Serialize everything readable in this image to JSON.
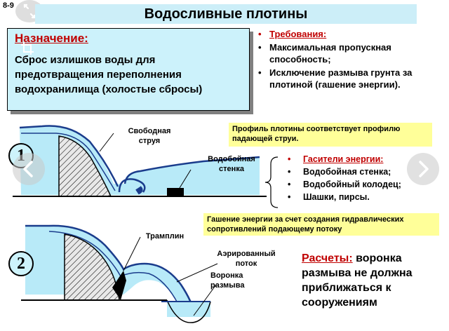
{
  "slide_number": "8-9",
  "title": "Водосливные плотины",
  "purpose": {
    "heading": "Назначение:",
    "text": "Сброс излишков воды для предотвращения переполнения водохранилища (холостые сбросы)"
  },
  "requirements": {
    "heading": "Требования:",
    "items": [
      "Максимальная пропускная способность;",
      "Исключение размыва грунта за плотиной (гашение энергии)."
    ]
  },
  "diagram1": {
    "number": "1",
    "label_free_jet": "Свободная струя",
    "label_wall": "Водобойная стенка"
  },
  "profile_note": "Профиль плотины соответствует профилю падающей струи.",
  "dampers": {
    "heading": "Гасители энергии:",
    "items": [
      "Водобойная стенка;",
      "Водобойный колодец;",
      "Шашки, пирсы."
    ]
  },
  "energy_note": "Гашение энергии за счет создания гидравлических сопротивлений подающему потоку",
  "diagram2": {
    "number": "2",
    "label_springboard": "Трамплин",
    "label_aerated": "Аэрированный поток",
    "label_crater": "Воронка размыва"
  },
  "calculations": {
    "heading": "Расчеты:",
    "text": " воронка размыва не должна приближаться к сооружениям"
  },
  "icons": [
    "expand-icon",
    "crop-icon",
    "chevron-left-icon",
    "chevron-right-icon"
  ],
  "colors": {
    "title_bg": "#cceef8",
    "box_bg": "#ccf2fb",
    "heading_red": "#c00000",
    "note_yellow": "#ffff99",
    "water": "#b8eaf8",
    "water_line": "#1a3c8c"
  }
}
